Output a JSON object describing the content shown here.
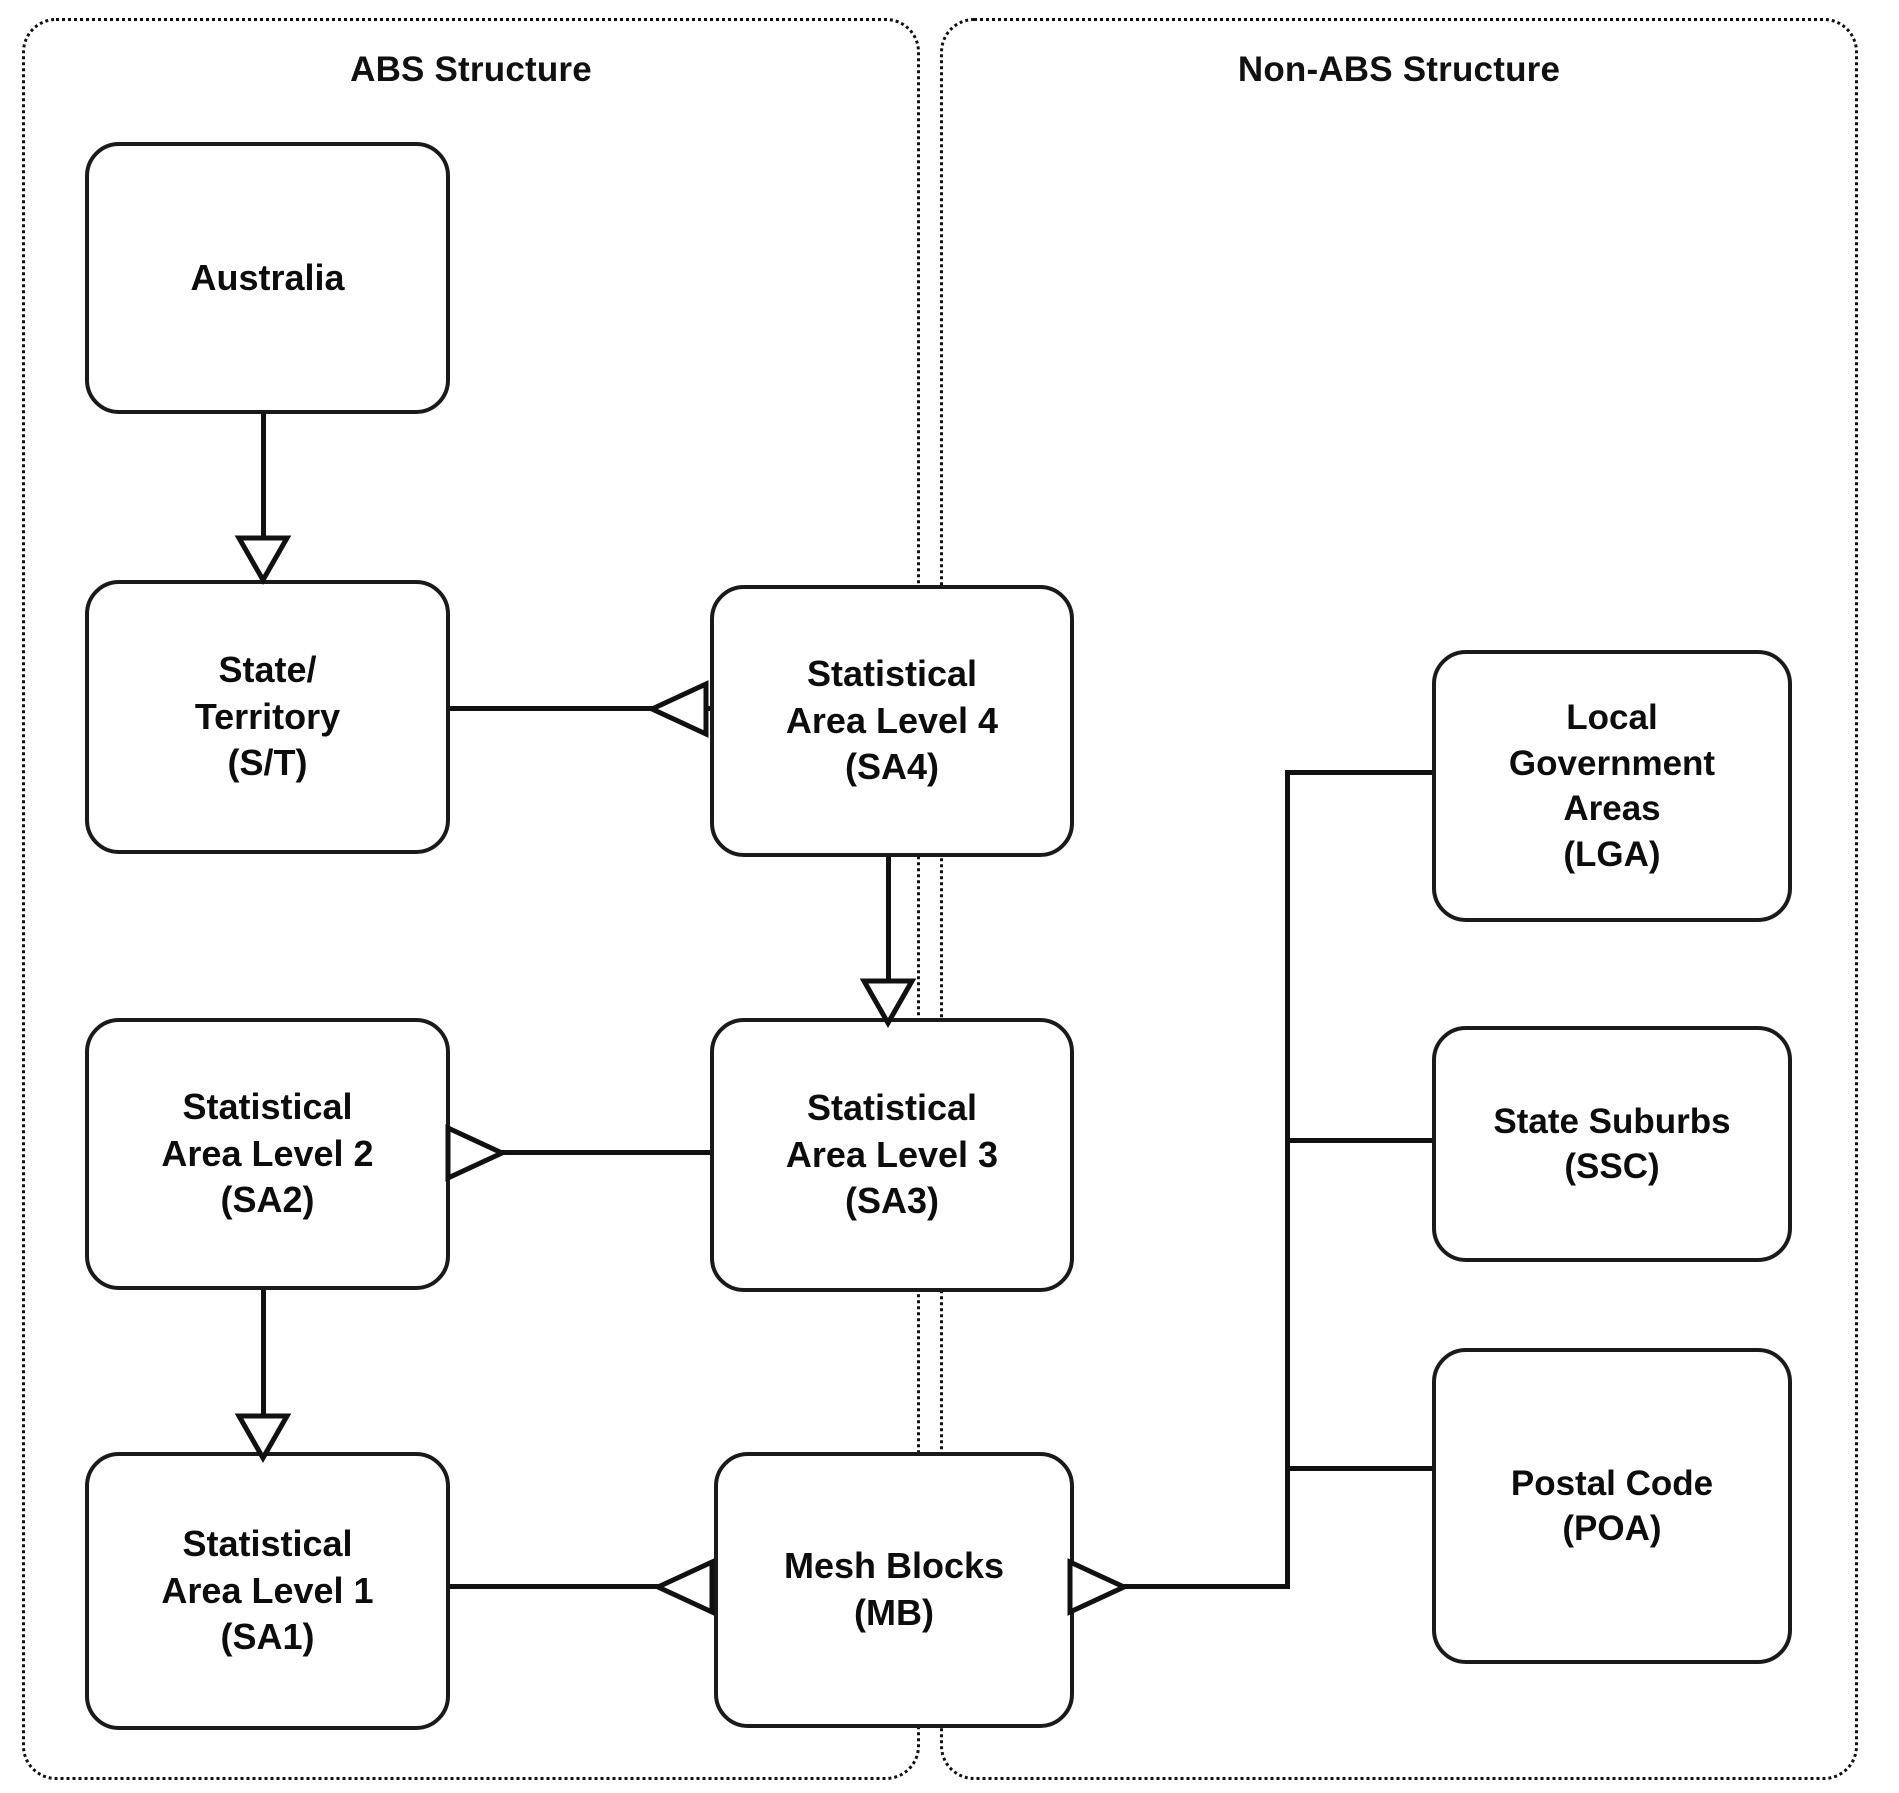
{
  "diagram": {
    "title_left": "ABS Structure",
    "title_right": "Non-ABS Structure",
    "groups": [
      {
        "id": "abs",
        "label": "ABS Structure"
      },
      {
        "id": "non-abs",
        "label": "Non-ABS Structure"
      }
    ],
    "nodes": [
      {
        "id": "australia",
        "label": "Australia",
        "group": "abs",
        "font_size": 36
      },
      {
        "id": "state",
        "label": "State/\nTerritory\n(S/T)",
        "group": "abs",
        "font_size": 36
      },
      {
        "id": "sa4",
        "label": "Statistical\nArea Level 4\n(SA4)",
        "group": "abs",
        "font_size": 36
      },
      {
        "id": "sa2",
        "label": "Statistical\nArea Level 2\n(SA2)",
        "group": "abs",
        "font_size": 36
      },
      {
        "id": "sa3",
        "label": "Statistical\nArea Level 3\n(SA3)",
        "group": "abs",
        "font_size": 36
      },
      {
        "id": "sa1",
        "label": "Statistical\nArea Level 1\n(SA1)",
        "group": "abs",
        "font_size": 36
      },
      {
        "id": "mb",
        "label": "Mesh Blocks\n(MB)",
        "group": "abs",
        "font_size": 36
      },
      {
        "id": "lga",
        "label": "Local\nGovernment\nAreas\n(LGA)",
        "group": "non-abs",
        "font_size": 35
      },
      {
        "id": "ssc",
        "label": "State Suburbs\n(SSC)",
        "group": "non-abs",
        "font_size": 35
      },
      {
        "id": "poa",
        "label": "Postal Code\n(POA)",
        "group": "non-abs",
        "font_size": 35
      }
    ],
    "edges": [
      {
        "from": "australia",
        "to": "state",
        "arrow": "down"
      },
      {
        "from": "state",
        "to": "sa4",
        "arrow": "left"
      },
      {
        "from": "sa4",
        "to": "sa3",
        "arrow": "down"
      },
      {
        "from": "sa2",
        "to": "sa3",
        "arrow": "right"
      },
      {
        "from": "sa2",
        "to": "sa1",
        "arrow": "down"
      },
      {
        "from": "sa1",
        "to": "mb",
        "arrow": "left"
      },
      {
        "from": "mb",
        "to": "lga",
        "arrow": "right"
      },
      {
        "from": "mb",
        "to": "ssc",
        "arrow": "right"
      },
      {
        "from": "mb",
        "to": "poa",
        "arrow": "right"
      }
    ],
    "colors": {
      "stroke": "#111111",
      "node_border": "#1a1a1a",
      "text": "#0d0d0d",
      "background": "#ffffff"
    }
  }
}
